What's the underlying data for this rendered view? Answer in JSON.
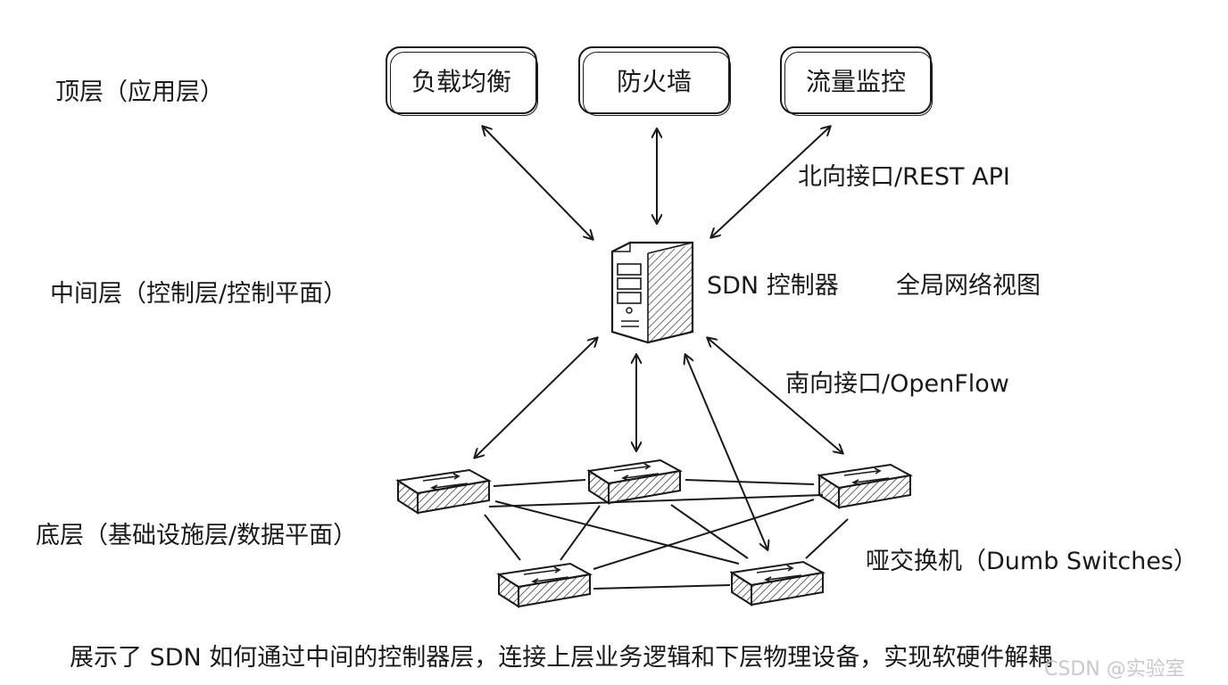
{
  "layers": {
    "top": "顶层（应用层）",
    "middle": "中间层（控制层/控制平面）",
    "bottom": "底层（基础设施层/数据平面）"
  },
  "apps": {
    "load_balancer": "负载均衡",
    "firewall": "防火墙",
    "traffic_monitor": "流量监控"
  },
  "interfaces": {
    "northbound": "北向接口/REST API",
    "southbound": "南向接口/OpenFlow"
  },
  "controller": {
    "name": "SDN 控制器",
    "global_view": "全局网络视图"
  },
  "switches": {
    "label": "哑交换机（Dumb Switches）"
  },
  "caption": "展示了 SDN 如何通过中间的控制器层，连接上层业务逻辑和下层物理设备，实现软硬件解耦",
  "watermark": "CSDN @实验室",
  "colors": {
    "ink": "#1a1a1a",
    "background": "#ffffff"
  }
}
